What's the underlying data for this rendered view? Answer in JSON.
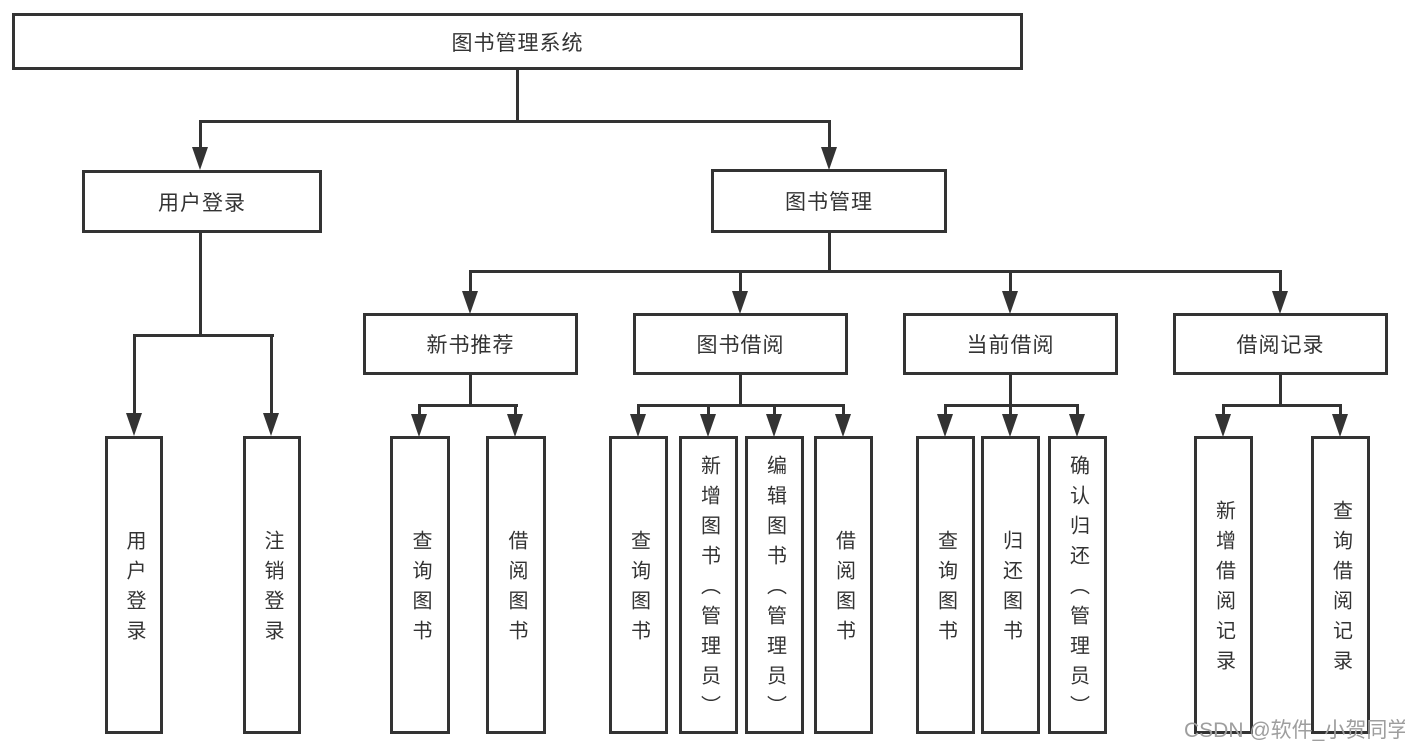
{
  "colors": {
    "line": "#333333",
    "text": "#333333",
    "watermark_gray": "#9e9e9e",
    "background": "#ffffff"
  },
  "watermark": {
    "text": "CSDN @软件_小贺同学"
  },
  "tree": {
    "root": {
      "label": "图书管理系统"
    },
    "branches": [
      {
        "label": "用户登录",
        "leaves": [
          "用户登录",
          "注销登录"
        ]
      },
      {
        "label": "图书管理",
        "children": [
          {
            "label": "新书推荐",
            "leaves": [
              "查询图书",
              "借阅图书"
            ]
          },
          {
            "label": "图书借阅",
            "leaves": [
              "查询图书",
              "新增图书（管理员）",
              "编辑图书（管理员）",
              "借阅图书"
            ]
          },
          {
            "label": "当前借阅",
            "leaves": [
              "查询图书",
              "归还图书",
              "确认归还（管理员）"
            ]
          },
          {
            "label": "借阅记录",
            "leaves": [
              "新增借阅记录",
              "查询借阅记录"
            ]
          }
        ]
      }
    ]
  }
}
